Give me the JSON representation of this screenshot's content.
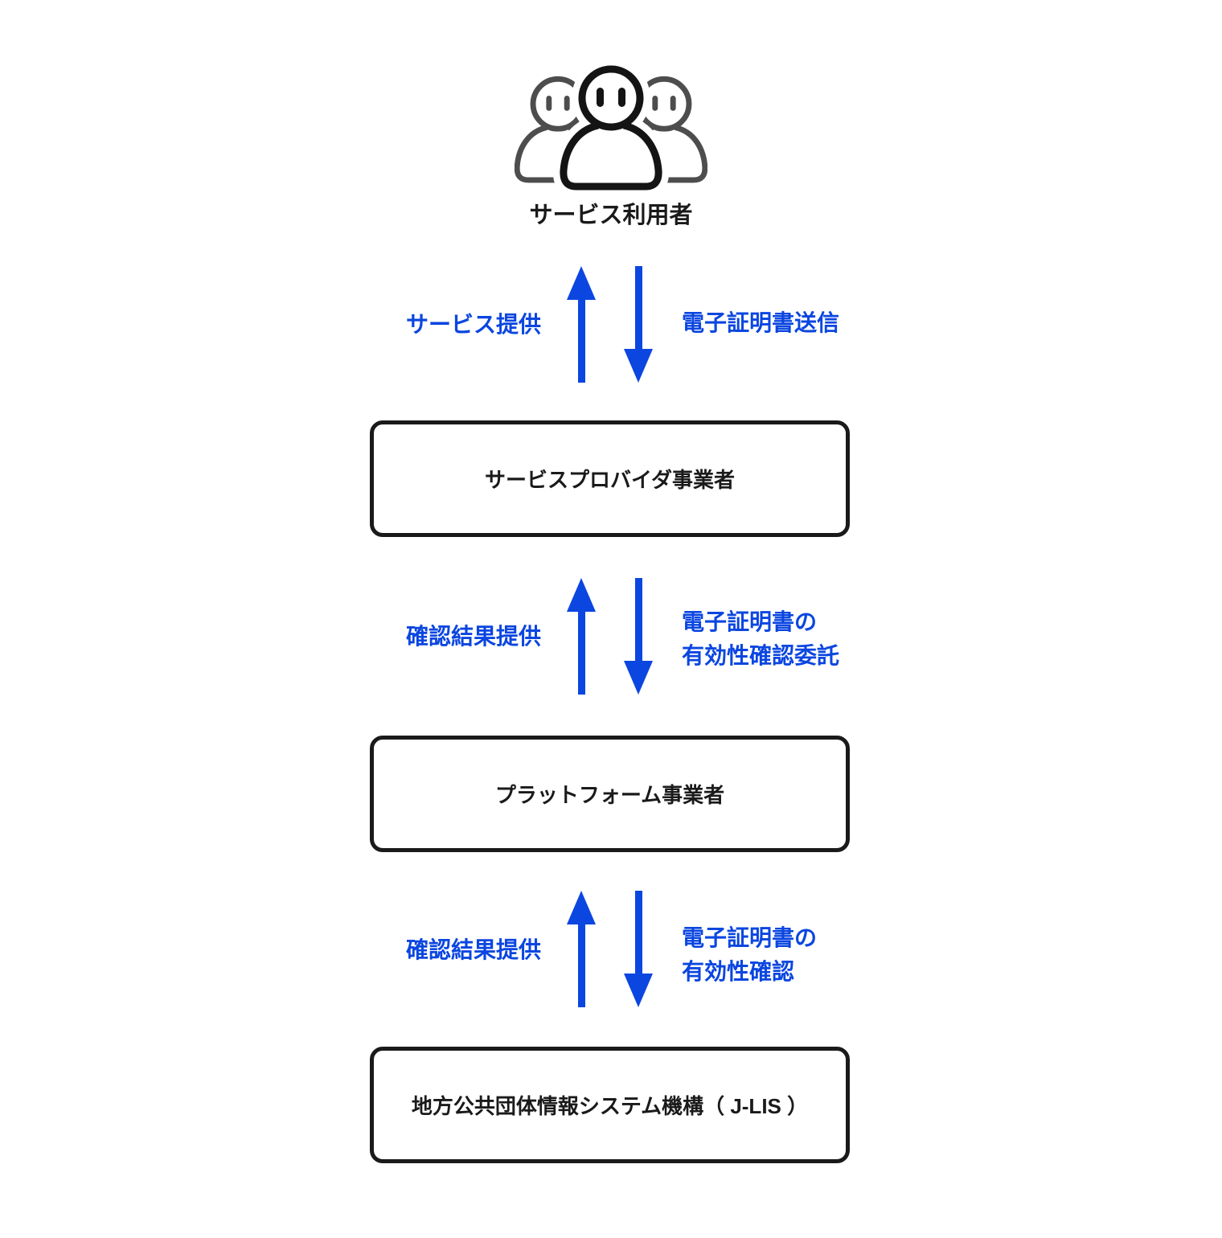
{
  "colors": {
    "accent": "#0b46e0",
    "ink": "#1a1a1a",
    "gray": "#4d4d4d",
    "background": "#ffffff"
  },
  "user_node": {
    "icon": "users-group-icon",
    "label": "サービス利用者"
  },
  "boxes": [
    {
      "id": "service-provider",
      "label": "サービスプロバイダ事業者"
    },
    {
      "id": "platform-operator",
      "label": "プラットフォーム事業者"
    },
    {
      "id": "jlis",
      "label": "地方公共団体情報システム機構（ J-LIS ）"
    }
  ],
  "flows": [
    {
      "up_label": "サービス提供",
      "down_lines": [
        "電子証明書送信"
      ]
    },
    {
      "up_label": "確認結果提供",
      "down_lines": [
        "電子証明書の",
        "有効性確認委託"
      ]
    },
    {
      "up_label": "確認結果提供",
      "down_lines": [
        "電子証明書の",
        "有効性確認"
      ]
    }
  ]
}
